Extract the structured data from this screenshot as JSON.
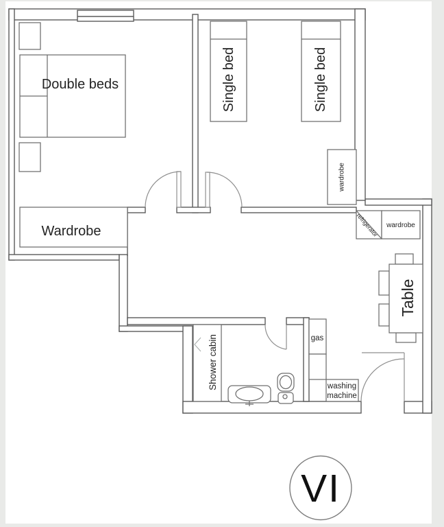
{
  "page": {
    "background": "#e9eae8",
    "plan_background": "#ffffff",
    "wall_color": "#5a5a5a",
    "furniture_color": "#6e6e6e",
    "door_arc_color": "#8f8f8f",
    "text_color": "#232323"
  },
  "rooms": {
    "master_bedroom": {
      "bed_label": "Double beds",
      "wardrobe_label": "Wardrobe"
    },
    "twin_bedroom": {
      "bed_left_label": "Single bed",
      "bed_right_label": "Single bed",
      "wardrobe_label": "wardrobe"
    },
    "kitchen_dining": {
      "refrigerator_label": "refrigerator",
      "wardrobe_label": "wardrobe",
      "table_label": "Table",
      "gas_label": "gas",
      "washing_machine_line1": "washing",
      "washing_machine_line2": "machine"
    },
    "bathroom": {
      "shower_label": "Shower cabin"
    }
  },
  "badge": {
    "numeral": "VI"
  }
}
